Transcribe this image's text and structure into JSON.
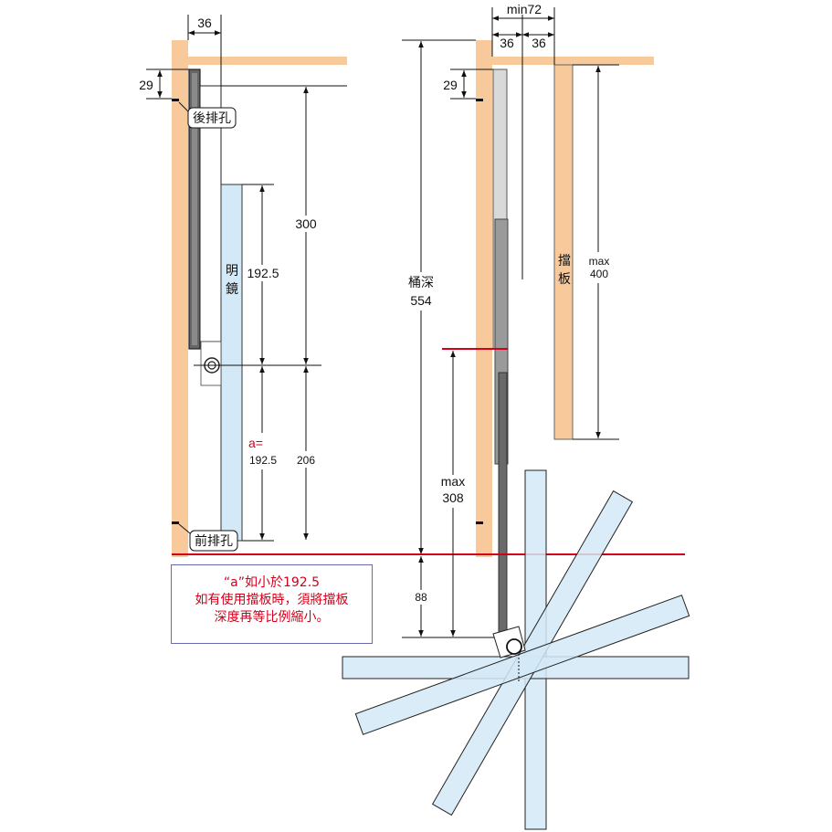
{
  "labels": {
    "w36_left": "36",
    "d29_left": "29",
    "rear_hole": "後排孔",
    "front_hole": "前排孔",
    "d300": "300",
    "d1925": "192.5",
    "mirror_1": "明",
    "mirror_2": "鏡",
    "a_label": "a=",
    "a_value": "192.5",
    "d206": "206",
    "min72": "min72",
    "w36_r1": "36",
    "w36_r2": "36",
    "d29_right": "29",
    "depth_1": "桶深",
    "depth_2": "554",
    "max308_1": "max",
    "max308_2": "308",
    "d88": "88",
    "panel_1": "擋",
    "panel_2": "板",
    "max400_1": "max",
    "max400_2": "400"
  },
  "note": {
    "line1": "“a”如小於192.5",
    "line2": "如有使用擋板時，須將擋板",
    "line3": "深度再等比例縮小。"
  },
  "colors": {
    "wood": "#f7c99b",
    "glass": "#d4e9f7",
    "glass_edge": "#2b2b2b",
    "red_line": "#d4001a",
    "dark_rail": "#555555"
  }
}
